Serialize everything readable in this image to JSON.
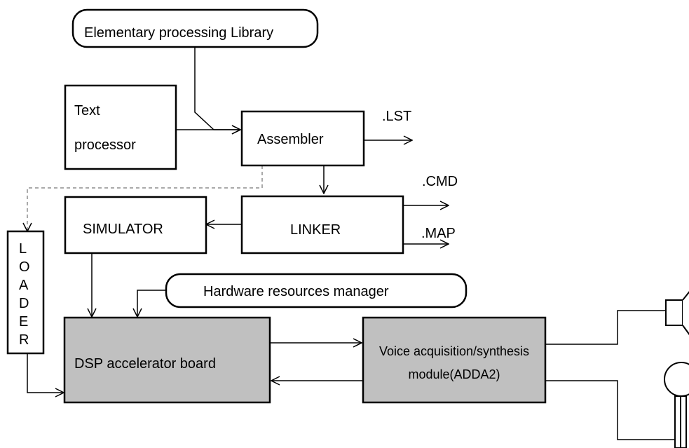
{
  "diagram": {
    "library": "Elementary processing Library",
    "text_processor_line1": "Text",
    "text_processor_line2": "processor",
    "assembler": "Assembler",
    "lst": ".LST",
    "cmd": ".CMD",
    "map": ".MAP",
    "linker": "LINKER",
    "simulator": "SIMULATOR",
    "loader_letters": [
      "L",
      "O",
      "A",
      "D",
      "E",
      "R"
    ],
    "hw_manager": "Hardware resources manager",
    "dsp_board": "DSP accelerator board",
    "voice_line1": "Voice acquisition/synthesis",
    "voice_line2": "module(ADDA2)",
    "shaded_fill": "#c0c0c0",
    "speaker_icon": "speaker-icon",
    "microphone_icon": "microphone-icon"
  }
}
